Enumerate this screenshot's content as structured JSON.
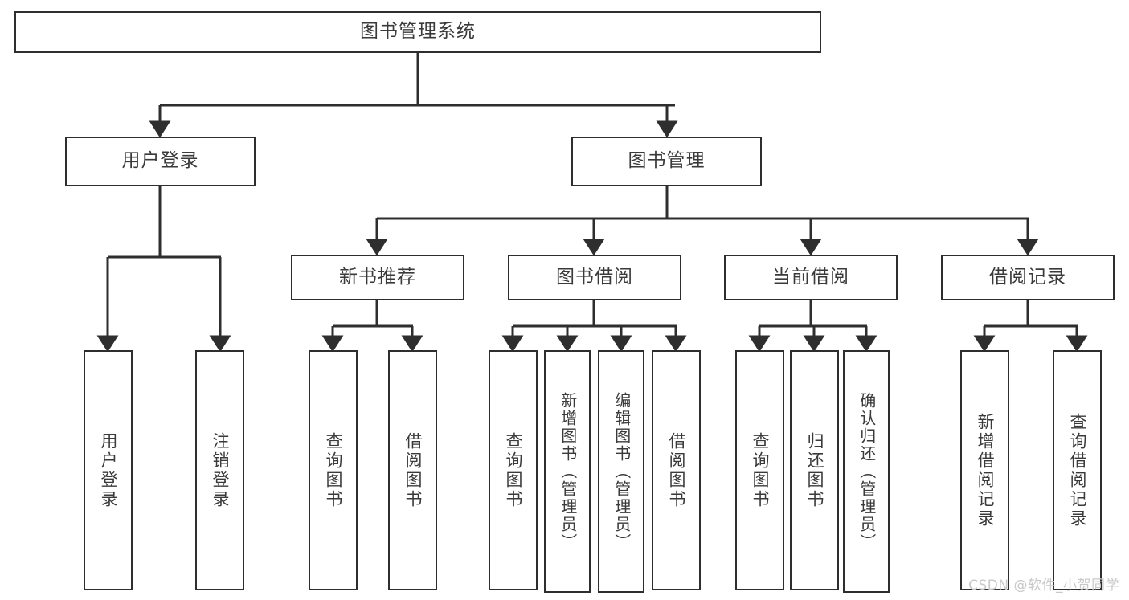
{
  "diagram": {
    "type": "tree-hierarchy-chart",
    "title": "图书管理系统",
    "orientation": "top-down",
    "colors": {
      "box_border": "#2e2e2e",
      "box_fill": "#ffffff",
      "connector": "#2e2e2e",
      "text": "#3a3a3a",
      "watermark": "#c9c9c9",
      "background": "#ffffff"
    },
    "root": {
      "label": "图书管理系统"
    },
    "level2": [
      {
        "label": "用户登录"
      },
      {
        "label": "图书管理"
      }
    ],
    "level3": [
      {
        "label": "新书推荐"
      },
      {
        "label": "图书借阅"
      },
      {
        "label": "当前借阅"
      },
      {
        "label": "借阅记录"
      }
    ],
    "leaves": {
      "user_login": [
        {
          "label": "用户登录"
        },
        {
          "label": "注销登录"
        }
      ],
      "new_book_recommend": [
        {
          "label": "查询图书"
        },
        {
          "label": "借阅图书"
        }
      ],
      "book_borrow": [
        {
          "label": "查询图书"
        },
        {
          "label": "新增图书（管理员）"
        },
        {
          "label": "编辑图书（管理员）"
        },
        {
          "label": "借阅图书"
        }
      ],
      "current_borrow": [
        {
          "label": "查询图书"
        },
        {
          "label": "归还图书"
        },
        {
          "label": "确认归还（管理员）"
        }
      ],
      "borrow_record": [
        {
          "label": "新增借阅记录"
        },
        {
          "label": "查询借阅记录"
        }
      ]
    },
    "watermark": "CSDN @软件_小贺同学"
  }
}
